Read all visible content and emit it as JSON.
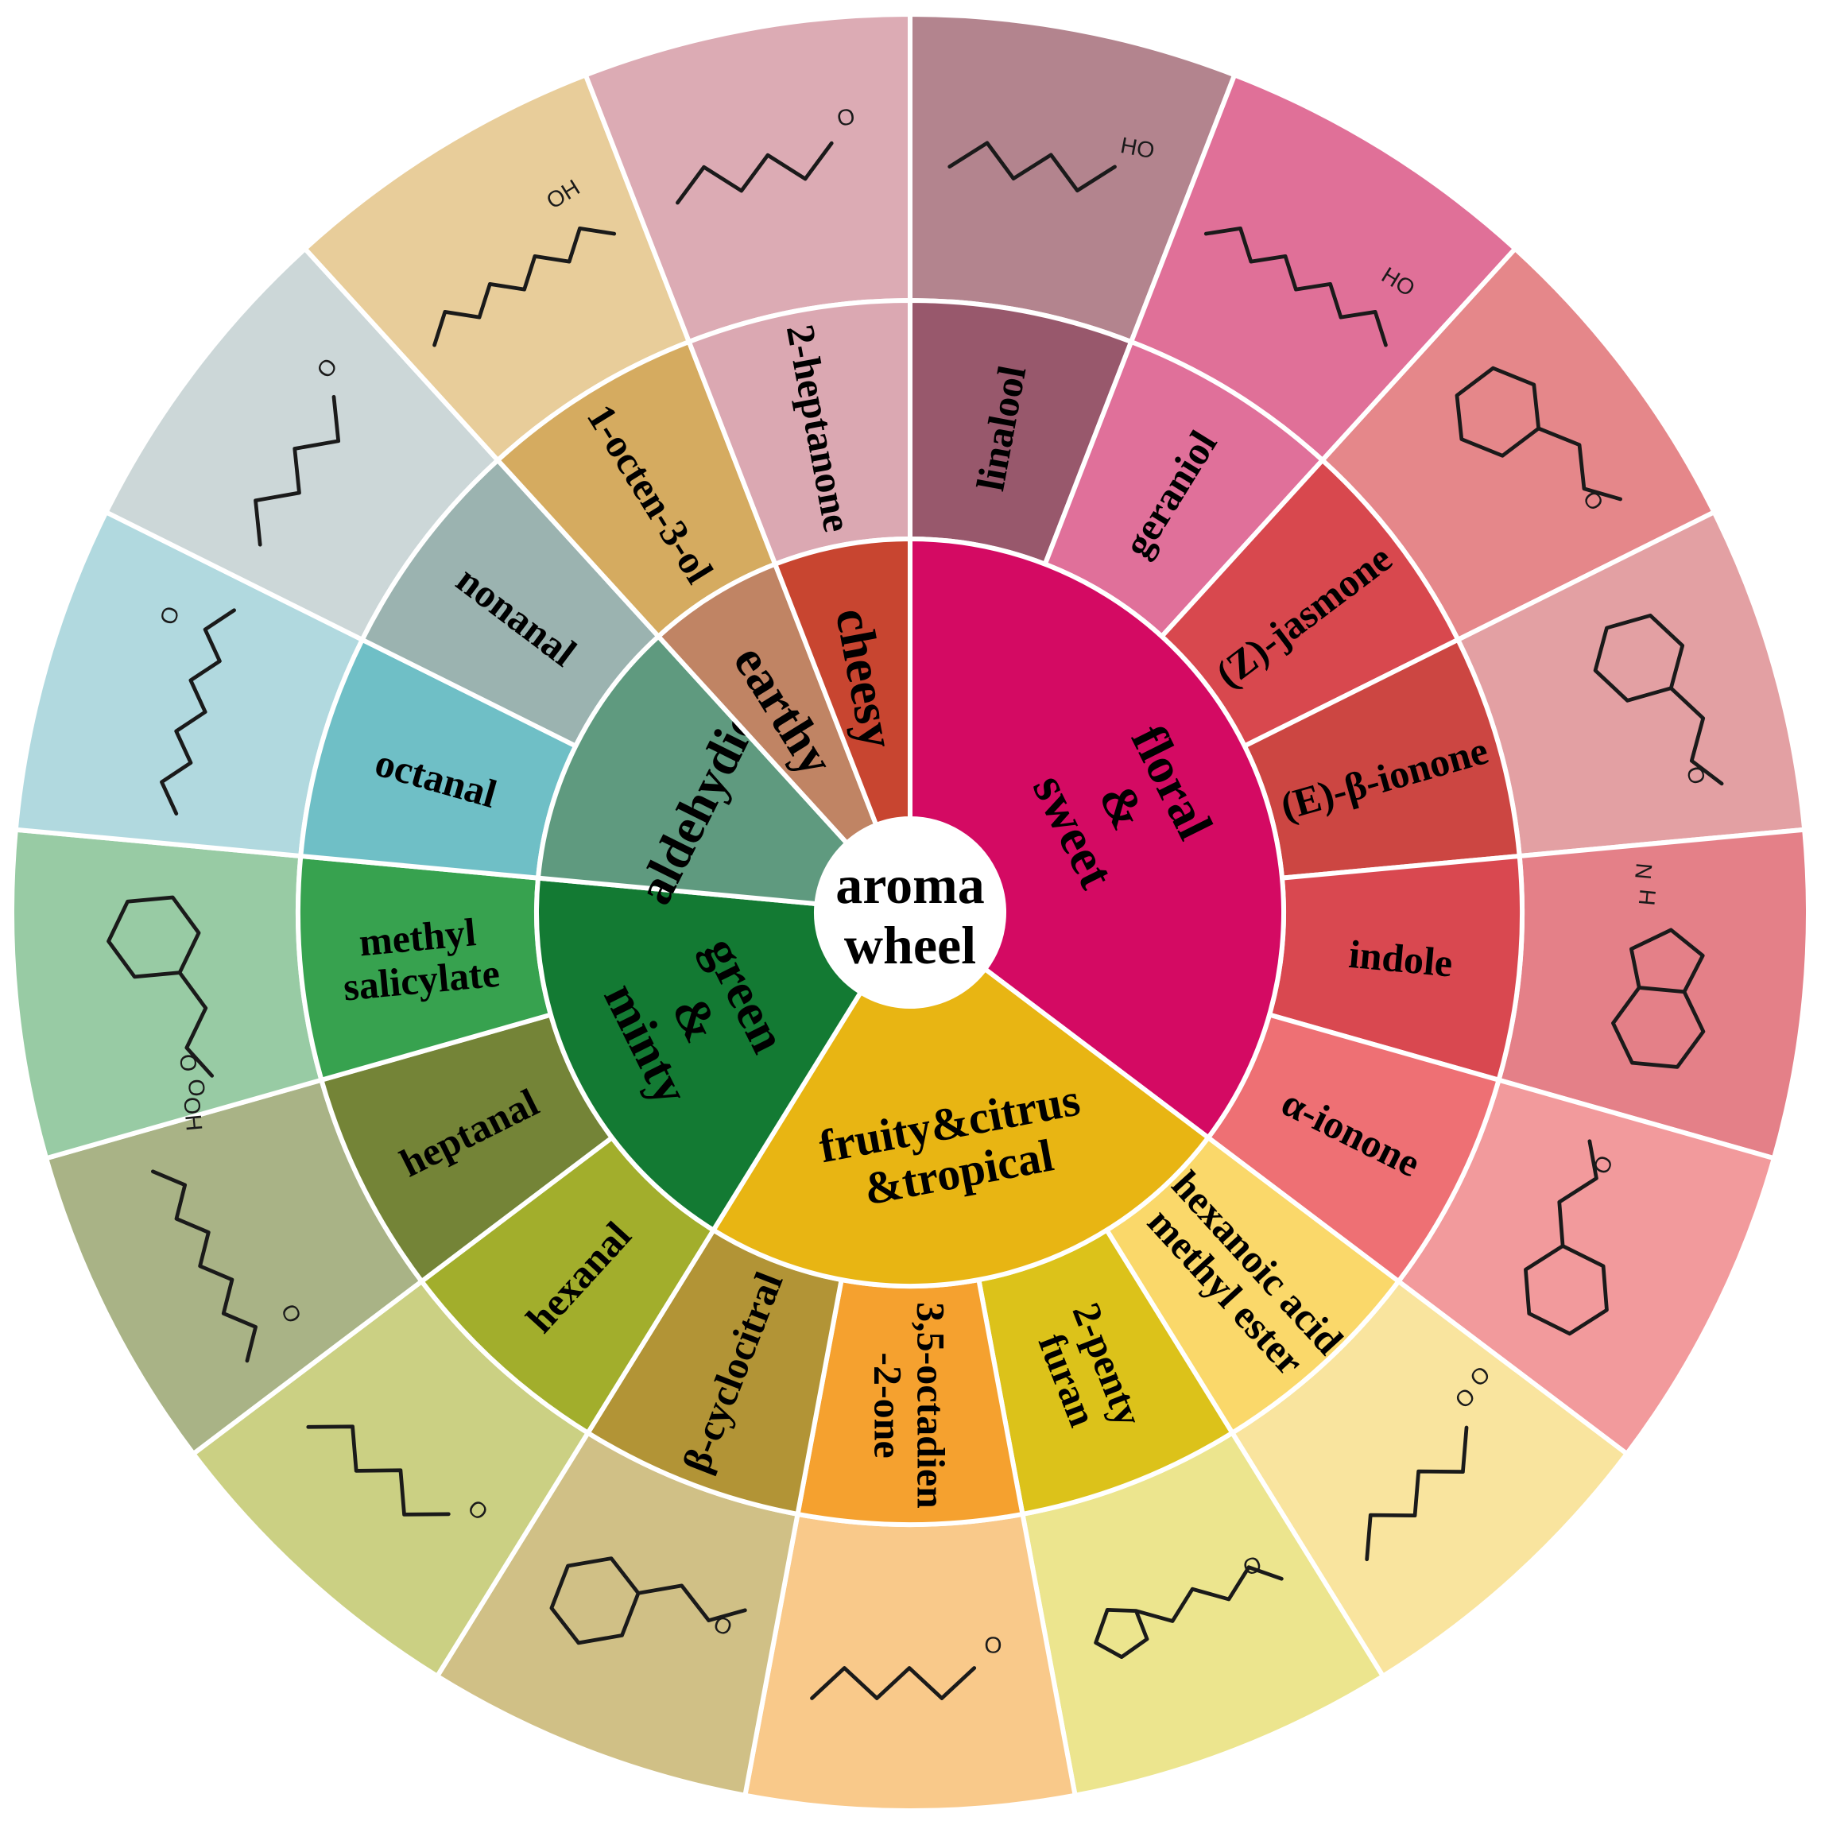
{
  "center": {
    "line1": "aroma",
    "line2": "wheel"
  },
  "categories": [
    {
      "id": "floral",
      "lines": [
        "floral",
        "&",
        "sweet"
      ],
      "color": "#d40a63",
      "compounds": [
        0,
        1,
        2,
        3,
        4,
        5
      ]
    },
    {
      "id": "fruity",
      "lines": [
        "fruity&citrus",
        "&tropical"
      ],
      "color": "#e8b513",
      "compounds": [
        6,
        7,
        8,
        9
      ]
    },
    {
      "id": "green",
      "lines": [
        "green",
        "&",
        "minty"
      ],
      "color": "#137a33",
      "compounds": [
        10,
        11,
        12
      ]
    },
    {
      "id": "aldehydic",
      "lines": [
        "aldehydic"
      ],
      "color": "#5f9a7f",
      "compounds": [
        13,
        14
      ]
    },
    {
      "id": "earthy",
      "lines": [
        "earthy"
      ],
      "color": "#c08464",
      "compounds": [
        15
      ]
    },
    {
      "id": "cheesy",
      "lines": [
        "cheesy"
      ],
      "color": "#c84530",
      "compounds": [
        16
      ]
    }
  ],
  "compounds": [
    {
      "lines": [
        "linalool"
      ],
      "middle_color": "#98586c",
      "outer_color": "#b3848e",
      "structure": "linalool"
    },
    {
      "lines": [
        "geraniol"
      ],
      "middle_color": "#e0709a",
      "outer_color": "#e07098",
      "structure": "geraniol"
    },
    {
      "lines": [
        "(Z)-jasmone"
      ],
      "middle_color": "#d8484e",
      "outer_color": "#e5878a",
      "structure": "jasmone"
    },
    {
      "lines": [
        "(E)-β-ionone"
      ],
      "middle_color": "#cc4642",
      "outer_color": "#e3a0a3",
      "structure": "b-ionone"
    },
    {
      "lines": [
        "indole"
      ],
      "middle_color": "#d94850",
      "outer_color": "#e48088",
      "structure": "indole"
    },
    {
      "lines": [
        "α-ionone"
      ],
      "middle_color": "#ee7074",
      "outer_color": "#f29a9c",
      "structure": "a-ionone"
    },
    {
      "lines": [
        "hexanoic acid",
        "methyl ester"
      ],
      "middle_color": "#fad86a",
      "outer_color": "#f9e49e",
      "structure": "methyl-hexanoate"
    },
    {
      "lines": [
        "2-penty",
        "furan"
      ],
      "middle_color": "#dcc21a",
      "outer_color": "#ece58e",
      "structure": "pentylfuran"
    },
    {
      "lines": [
        "3,5-octadien",
        "-2-one"
      ],
      "middle_color": "#f5a12f",
      "outer_color": "#f9c98a",
      "structure": "octadienone"
    },
    {
      "lines": [
        "β-cyclocitral"
      ],
      "middle_color": "#b29436",
      "outer_color": "#d0c086",
      "structure": "cyclocitral"
    },
    {
      "lines": [
        "hexanal"
      ],
      "middle_color": "#a2ae2c",
      "outer_color": "#cbd083",
      "structure": "hexanal"
    },
    {
      "lines": [
        "heptanal"
      ],
      "middle_color": "#748437",
      "outer_color": "#a9b386",
      "structure": "heptanal"
    },
    {
      "lines": [
        "methyl",
        "salicylate"
      ],
      "middle_color": "#37a24f",
      "outer_color": "#98cba4",
      "structure": "salicylate"
    },
    {
      "lines": [
        "octanal"
      ],
      "middle_color": "#6fbfc6",
      "outer_color": "#b1d9df",
      "structure": "octanal"
    },
    {
      "lines": [
        "nonanal"
      ],
      "middle_color": "#9bb3b0",
      "outer_color": "#ccd7d8",
      "structure": "nonanal"
    },
    {
      "lines": [
        "1-octen-3-ol"
      ],
      "middle_color": "#d5ab60",
      "outer_color": "#e8cd9a",
      "structure": "octenol"
    },
    {
      "lines": [
        "2-heptanone"
      ],
      "middle_color": "#dba8b2",
      "outer_color": "#dcabb4",
      "structure": "heptanone"
    }
  ],
  "structure_labels": {
    "linalool": [
      "HO"
    ],
    "geraniol": [
      "HO"
    ],
    "jasmone": [
      "O"
    ],
    "b-ionone": [
      "O"
    ],
    "indole": [
      "H",
      "N"
    ],
    "a-ionone": [
      "O"
    ],
    "methyl-hexanoate": [
      "O",
      "O"
    ],
    "pentylfuran": [
      "O"
    ],
    "octadienone": [
      "O"
    ],
    "cyclocitral": [
      "O"
    ],
    "hexanal": [
      "O"
    ],
    "heptanal": [
      "O"
    ],
    "salicylate": [
      "O",
      "O",
      "OH"
    ],
    "octanal": [
      "O"
    ],
    "nonanal": [
      "O"
    ],
    "octenol": [
      "OH"
    ],
    "heptanone": [
      "O"
    ]
  }
}
